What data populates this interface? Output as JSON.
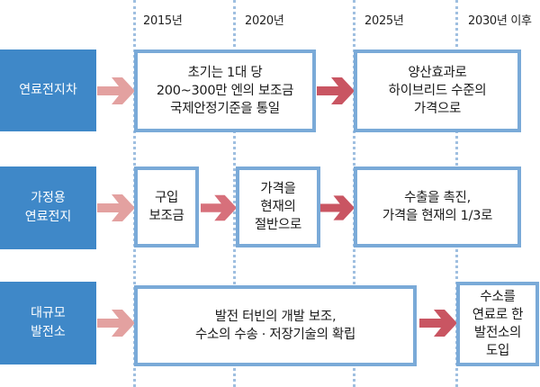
{
  "timeline": {
    "years": [
      "2015년",
      "2020년",
      "2025년",
      "2030년 이후"
    ]
  },
  "rows": [
    {
      "category": "연료전지차",
      "steps": [
        "초기는 1대 당\n200~300만 엔의 보조금\n국제안정기준을 통일",
        "양산효과로\n하이브리드 수준의\n가격으로"
      ]
    },
    {
      "category": "가정용\n연료전지",
      "steps": [
        "구입\n보조금",
        "가격을\n현재의\n절반으로",
        "수출을 촉진,\n가격을 현재의 1/3로"
      ]
    },
    {
      "category": "대규모\n발전소",
      "steps": [
        "발전 터빈의 개발 보조,\n수소의 수송 · 저장기술의 확립",
        "수소를\n연료로 한\n발전소의\n도입"
      ]
    }
  ],
  "colors": {
    "category_bg": "#3f88c8",
    "box_border": "#7aaad8",
    "guide_line": "#9fbfe0",
    "entry_arrow": "#e3a1a0",
    "step_arrow": "#c95562"
  }
}
